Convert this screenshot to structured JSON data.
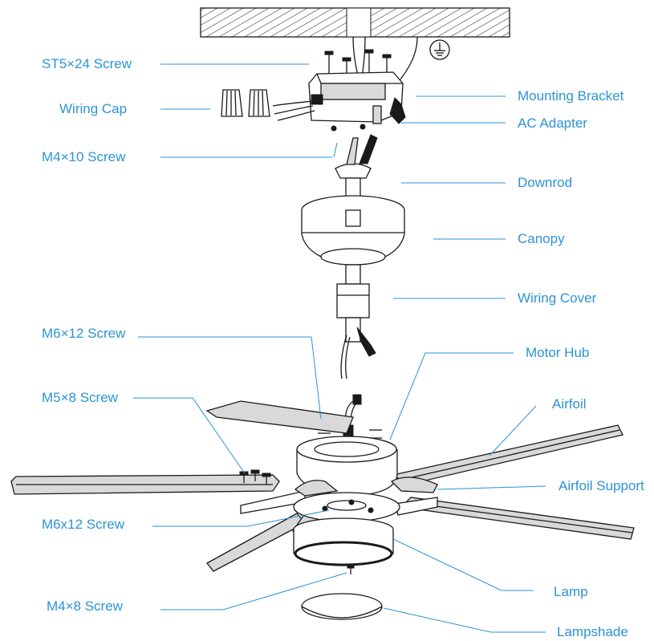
{
  "colors": {
    "label": "#2b93d6",
    "ink": "#1a1a1a",
    "background": "#ffffff"
  },
  "labels": {
    "st5x24_screw": "ST5×24 Screw",
    "wiring_cap": "Wiring Cap",
    "m4x10_screw": "M4×10 Screw",
    "mounting_bracket": "Mounting Bracket",
    "ac_adapter": "AC Adapter",
    "downrod": "Downrod",
    "canopy": "Canopy",
    "wiring_cover": "Wiring Cover",
    "m6x12_screw_top": "M6×12 Screw",
    "motor_hub": "Motor Hub",
    "m5x8_screw": "M5×8 Screw",
    "airfoil": "Airfoil",
    "airfoil_support": "Airfoil Support",
    "m6x12_screw_bottom": "M6x12 Screw",
    "lamp": "Lamp",
    "m4x8_screw": "M4×8 Screw",
    "lampshade": "Lampshade"
  }
}
